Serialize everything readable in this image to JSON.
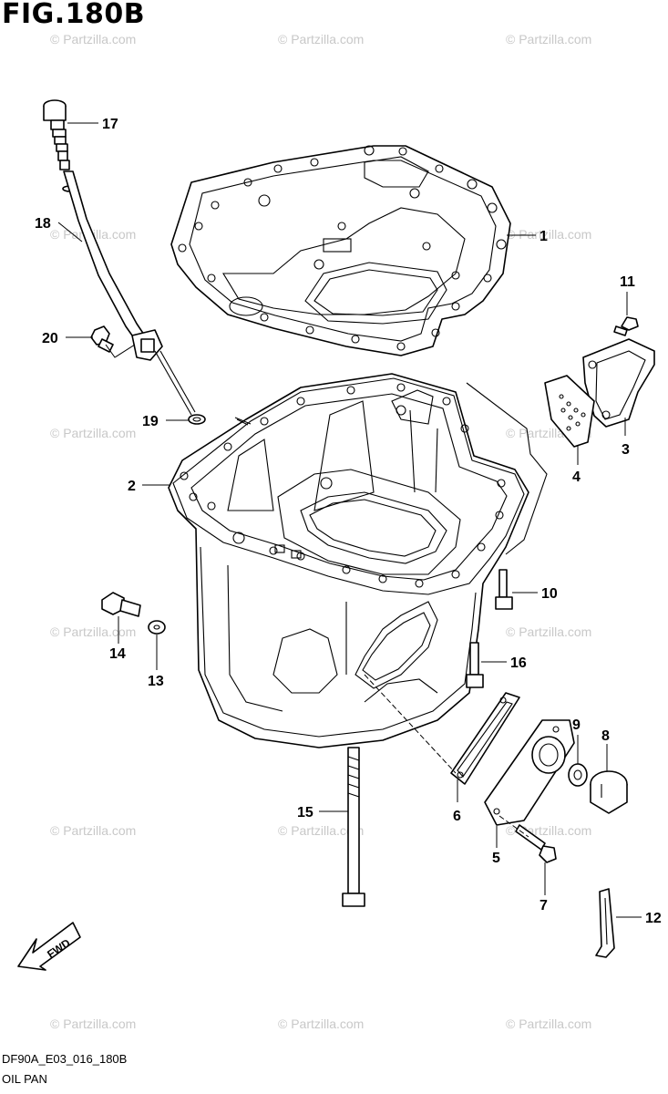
{
  "figure": {
    "title": "FIG.180B",
    "diagram_code": "DF90A_E03_016_180B",
    "section_name": "OIL PAN"
  },
  "watermark": {
    "text": "© Partzilla.com",
    "color": "#c8c8c8"
  },
  "fwd_arrow": {
    "text": "FWD"
  },
  "callouts": [
    {
      "id": "1",
      "text": "1"
    },
    {
      "id": "2",
      "text": "2"
    },
    {
      "id": "3",
      "text": "3"
    },
    {
      "id": "4",
      "text": "4"
    },
    {
      "id": "5",
      "text": "5"
    },
    {
      "id": "6",
      "text": "6"
    },
    {
      "id": "7",
      "text": "7"
    },
    {
      "id": "8",
      "text": "8"
    },
    {
      "id": "9",
      "text": "9"
    },
    {
      "id": "10",
      "text": "10"
    },
    {
      "id": "11",
      "text": "11"
    },
    {
      "id": "12",
      "text": "12"
    },
    {
      "id": "13",
      "text": "13"
    },
    {
      "id": "14",
      "text": "14"
    },
    {
      "id": "15",
      "text": "15"
    },
    {
      "id": "16",
      "text": "16"
    },
    {
      "id": "17",
      "text": "17"
    },
    {
      "id": "18",
      "text": "18"
    },
    {
      "id": "19",
      "text": "19"
    },
    {
      "id": "20",
      "text": "20"
    }
  ]
}
